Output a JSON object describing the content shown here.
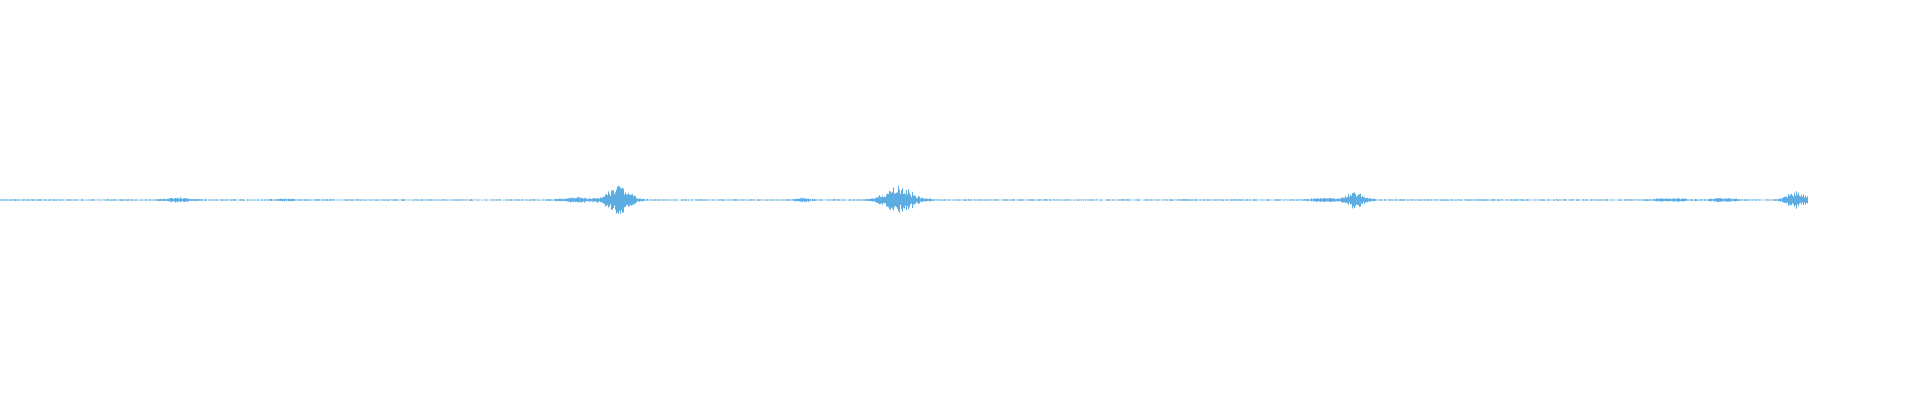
{
  "waveform": {
    "color": "#5DADE2",
    "background": "#ffffff",
    "bursts": [
      {
        "center": 0.093,
        "amplitude": 0.012,
        "spread": 0.01
      },
      {
        "center": 0.148,
        "amplitude": 0.006,
        "spread": 0.008
      },
      {
        "center": 0.3,
        "amplitude": 0.015,
        "spread": 0.012
      },
      {
        "center": 0.322,
        "amplitude": 0.085,
        "spread": 0.01
      },
      {
        "center": 0.418,
        "amplitude": 0.01,
        "spread": 0.006
      },
      {
        "center": 0.468,
        "amplitude": 0.08,
        "spread": 0.013
      },
      {
        "center": 0.69,
        "amplitude": 0.01,
        "spread": 0.012
      },
      {
        "center": 0.706,
        "amplitude": 0.045,
        "spread": 0.008
      },
      {
        "center": 0.87,
        "amplitude": 0.01,
        "spread": 0.012
      },
      {
        "center": 0.897,
        "amplitude": 0.01,
        "spread": 0.01
      },
      {
        "center": 0.935,
        "amplitude": 0.05,
        "spread": 0.008
      }
    ],
    "baseline_noise": 0.004,
    "end_fraction": 0.942
  }
}
